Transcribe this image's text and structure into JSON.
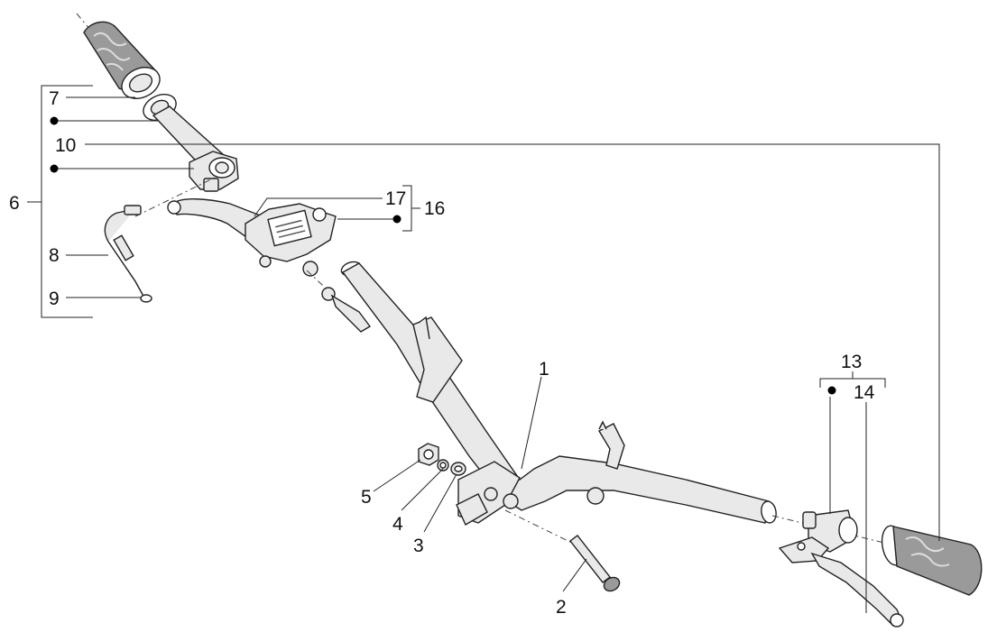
{
  "callouts": {
    "c1": "1",
    "c2": "2",
    "c3": "3",
    "c4": "4",
    "c5": "5",
    "c6": "6",
    "c7": "7",
    "c8": "8",
    "c9": "9",
    "c10": "10",
    "c13": "13",
    "c14": "14",
    "c16": "16",
    "c17": "17"
  },
  "colors": {
    "line": "#222222",
    "part_fill": "#e9e9e9",
    "grip_fill": "#9a9a9a",
    "background": "#ffffff"
  }
}
